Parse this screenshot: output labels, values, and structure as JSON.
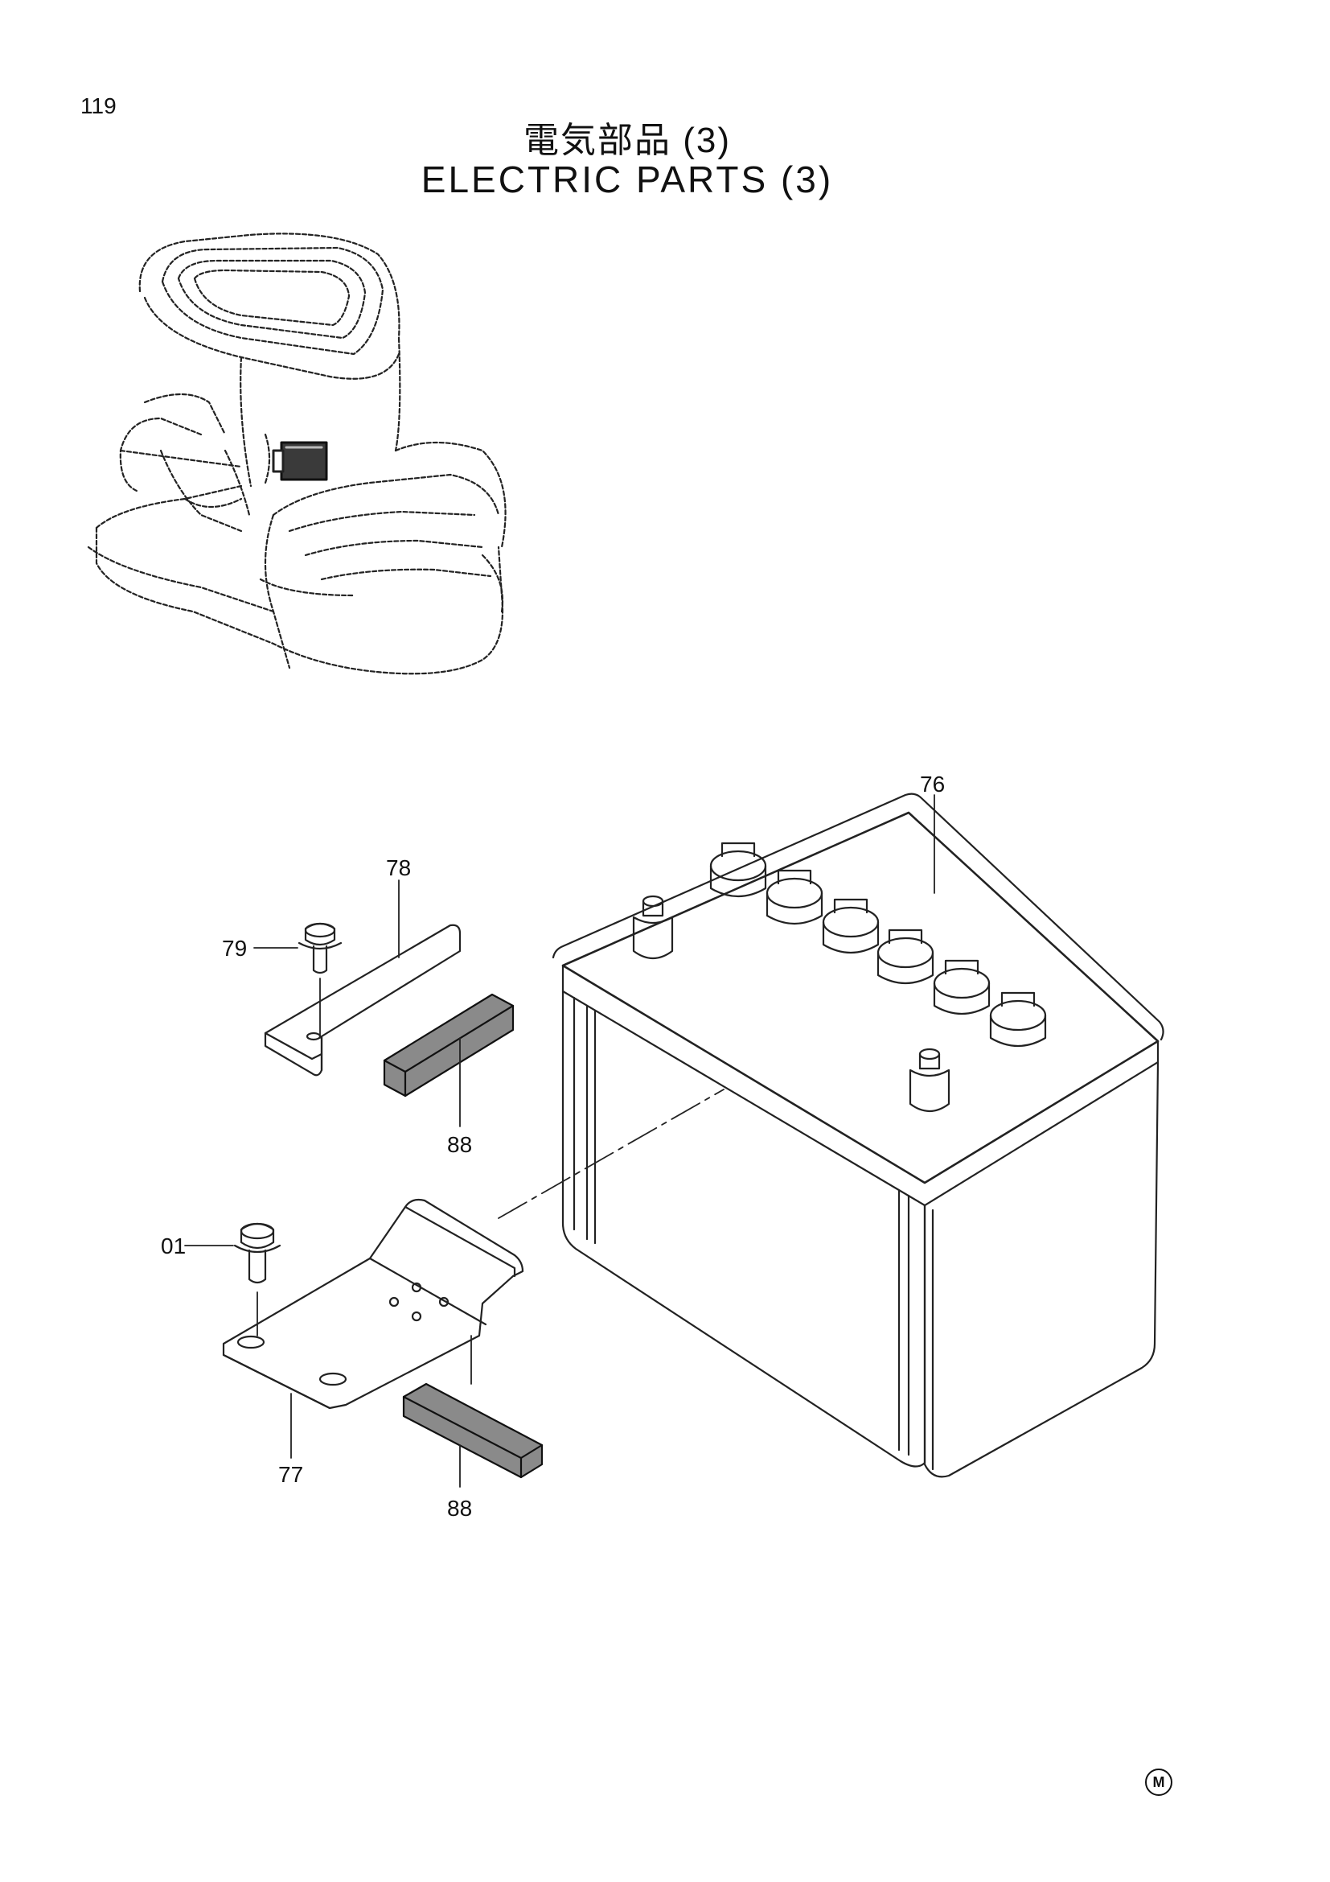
{
  "header": {
    "page_number": "119",
    "title_jp": "電気部品 (3)",
    "title_en": "ELECTRIC PARTS (3)"
  },
  "callouts": {
    "battery": "76",
    "plate_large": "77",
    "bracket_small": "78",
    "bolt_small": "79",
    "bolt_large": "01",
    "pad_upper": "88",
    "pad_lower": "88"
  },
  "footer": {
    "mark": "M"
  }
}
